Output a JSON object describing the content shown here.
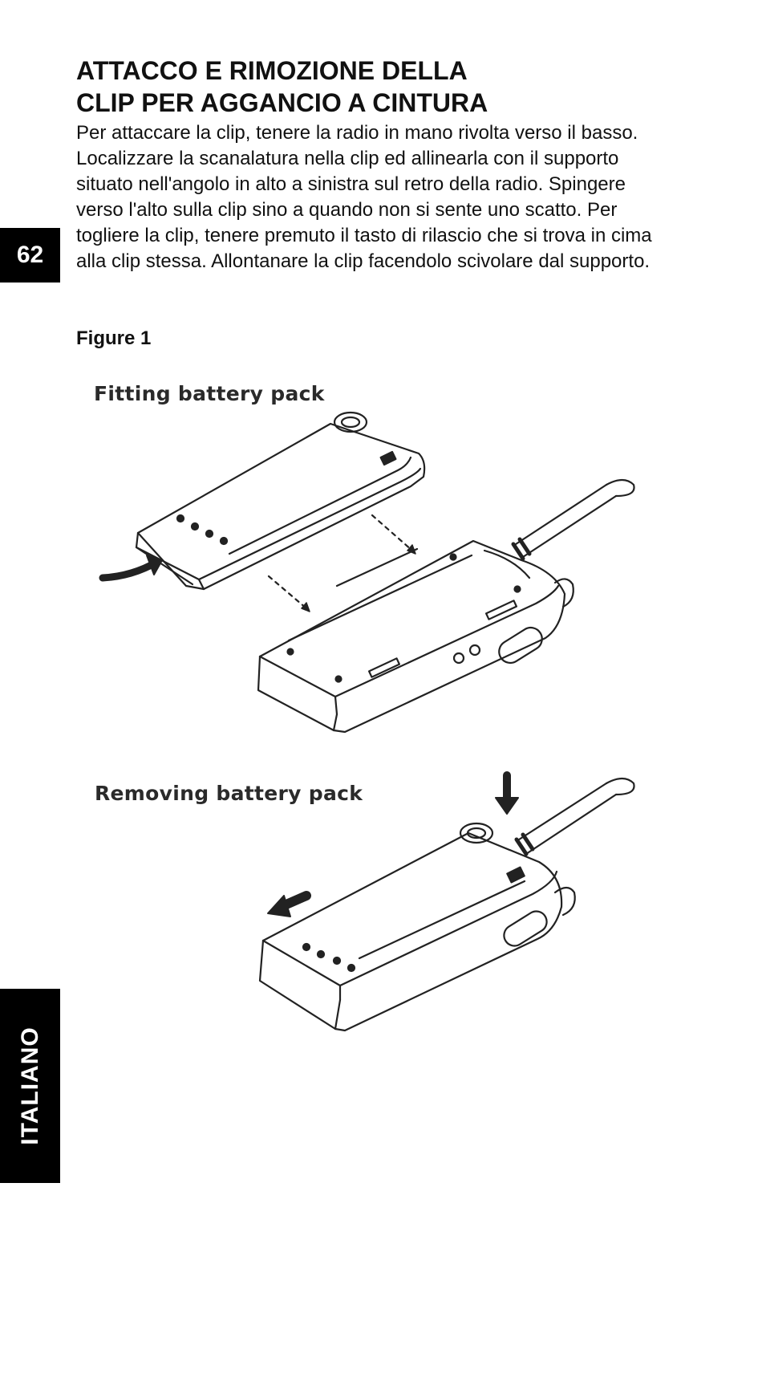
{
  "page_number": "62",
  "language_tab": "ITALIANO",
  "title_lines": [
    "ATTACCO E RIMOZIONE DELLA",
    "CLIP PER AGGANCIO A CINTURA"
  ],
  "body": "Per attaccare la clip, tenere la radio in mano rivolta verso il basso. Localizzare la scanalatura nella clip ed allinearla con il supporto situato nell'angolo in alto a sinistra sul retro della radio. Spingere verso l'alto sulla clip sino a quando non si sente uno scatto. Per togliere la clip, tenere premuto il tasto di rilascio che si trova in cima alla clip stessa. Allontanare la clip facendolo scivolare dal supporto.",
  "figure_label": "Figure 1",
  "figure": {
    "caption_fitting": "Fitting battery pack",
    "caption_removing": "Removing battery pack"
  }
}
